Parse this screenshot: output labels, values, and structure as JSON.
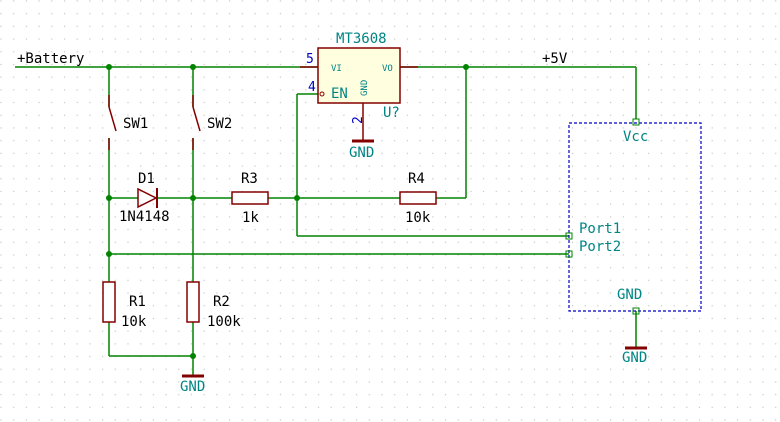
{
  "labels": {
    "battery": "+Battery",
    "five_v": "+5V",
    "ic_name": "MT3608",
    "ic_ref": "U?",
    "ic_pin_vi": "VI",
    "ic_pin_vo": "VO",
    "ic_pin_en": "EN",
    "ic_pin_gnd": "GND",
    "pin5": "5",
    "pin4": "4",
    "pin2": "2",
    "sw1": "SW1",
    "sw2": "SW2",
    "d1_ref": "D1",
    "d1_val": "1N4148",
    "r3_ref": "R3",
    "r3_val": "1k",
    "r4_ref": "R4",
    "r4_val": "10k",
    "r1_ref": "R1",
    "r1_val": "10k",
    "r2_ref": "R2",
    "r2_val": "100k",
    "mcu_vcc": "Vcc",
    "mcu_port1": "Port1",
    "mcu_port2": "Port2",
    "mcu_gnd": "GND",
    "gnd_ic": "GND",
    "gnd_left": "GND",
    "gnd_mcu": "GND"
  },
  "colors": {
    "wire": "#008400",
    "component": "#840000",
    "text": "#008484",
    "pin_number": "#0000c4",
    "junction": "#008400",
    "block_outline": "#0000c4",
    "grid_dot": "#c8c8c8"
  }
}
